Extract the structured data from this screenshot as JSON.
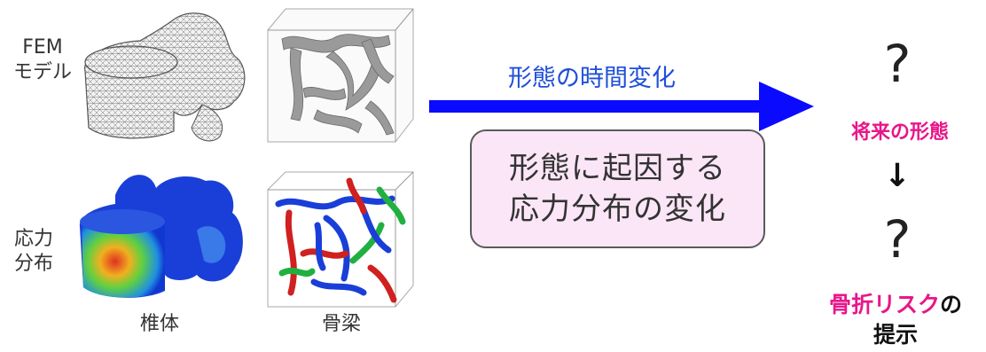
{
  "labels": {
    "fem_model": [
      "FEM",
      "モデル"
    ],
    "stress_dist": [
      "応力",
      "分布"
    ],
    "vertebra": "椎体",
    "trabecular": "骨梁"
  },
  "arrow_label": "形態の時間変化",
  "box_lines": [
    "形態に起因する",
    "応力分布の変化"
  ],
  "right_column": {
    "question1": "?",
    "future_shape": "将来の形態",
    "down_arrow": "↓",
    "question2": "?",
    "fracture_risk_pink": "骨折リスク",
    "fracture_risk_no": "の",
    "presentation": "提示"
  },
  "colors": {
    "arrow_blue": "#0a0aff",
    "pink": "#e8168a",
    "box_fill": "#fbe6f7"
  }
}
